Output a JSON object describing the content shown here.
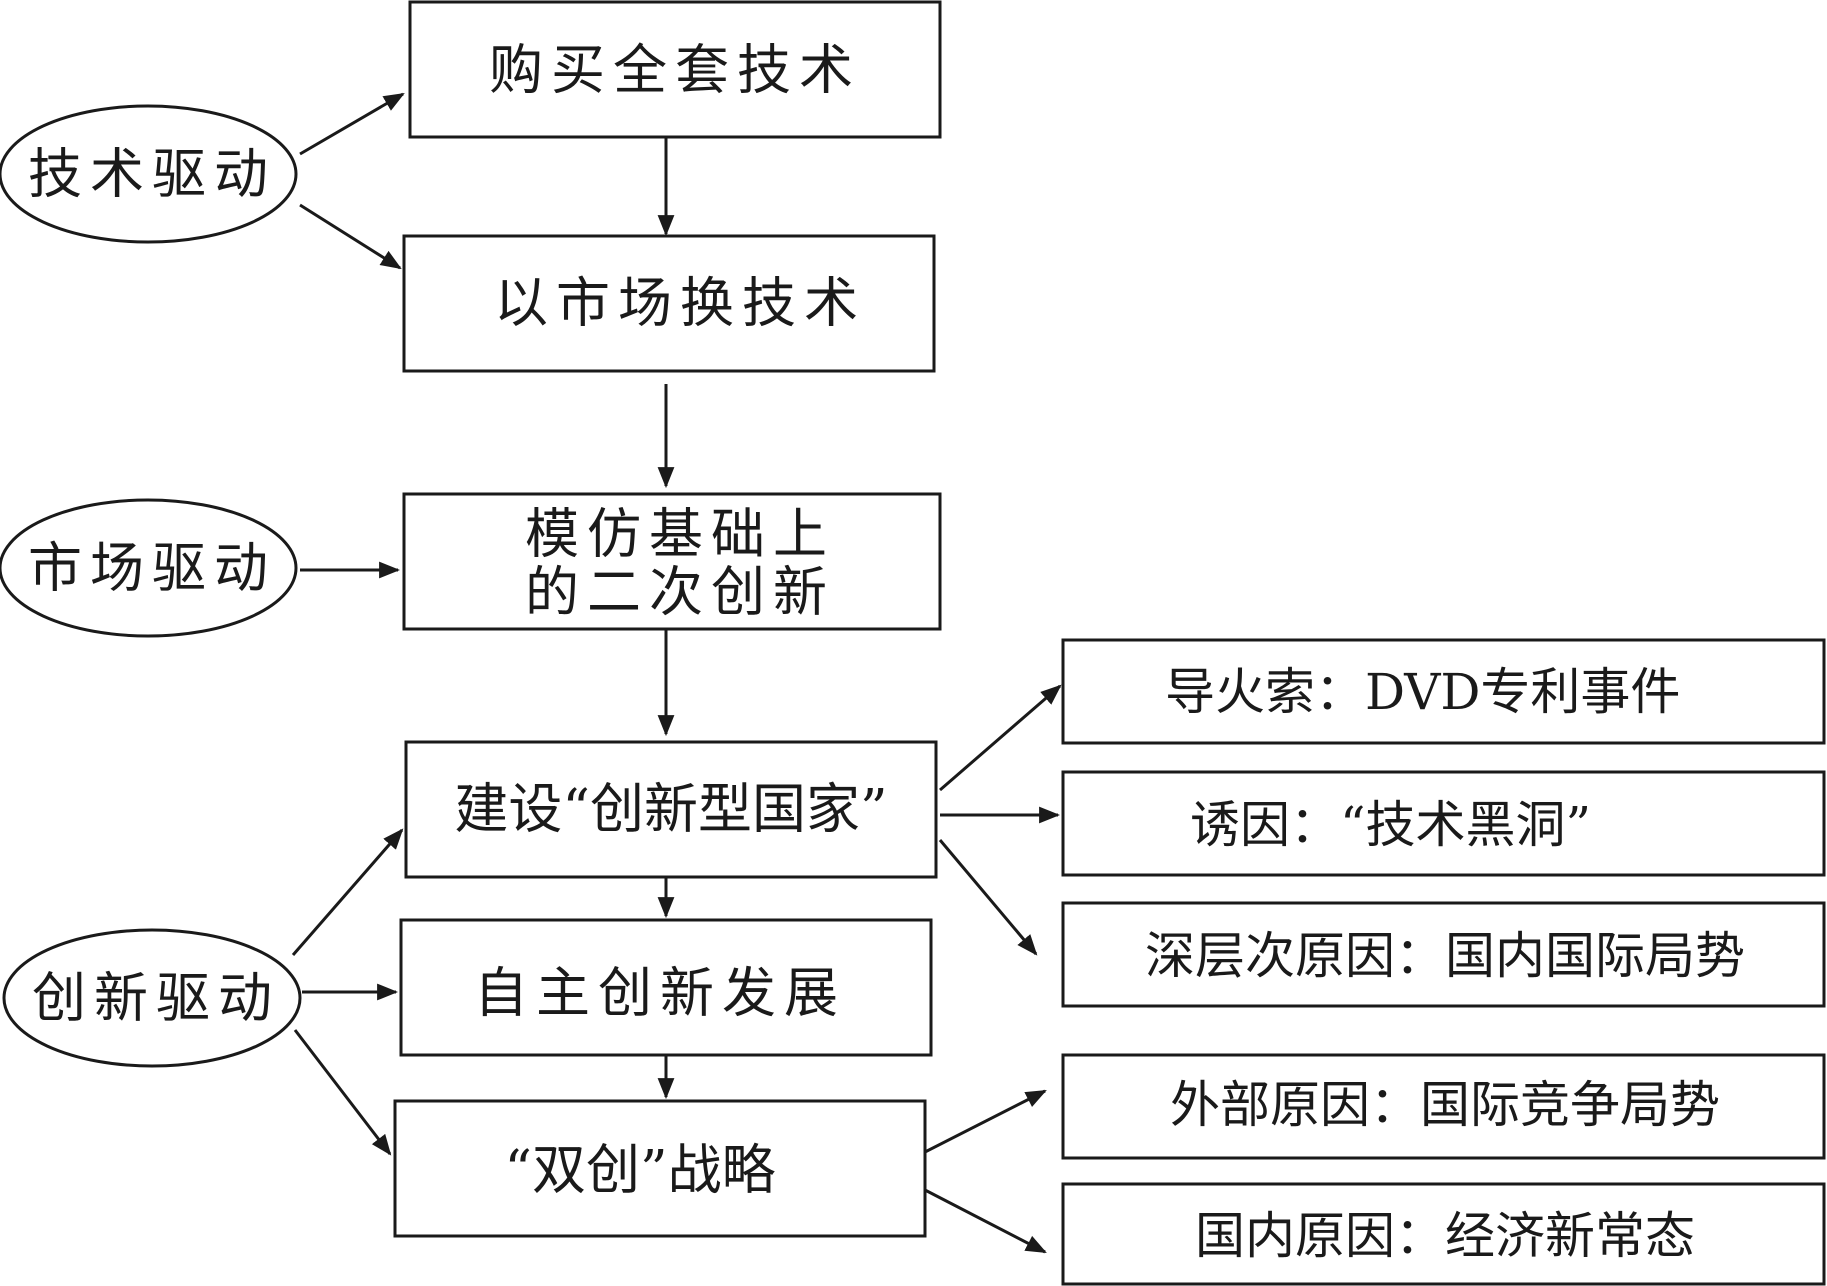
{
  "drivers": {
    "tech": "技术驱动",
    "market": "市场驱动",
    "innovation": "创新驱动"
  },
  "stages": {
    "buy_tech": "购买全套技术",
    "market_for_tech": "以市场换技术",
    "imitation_line1": "模仿基础上",
    "imitation_line2": "的二次创新",
    "innovative_country": "建设“创新型国家”",
    "independent": "自主创新发展",
    "dual_innovation": "“双创”战略"
  },
  "causes": {
    "fuse": "导火索：DVD专利事件",
    "inducement": "诱因：“技术黑洞”",
    "deep_cause": "深层次原因：国内国际局势",
    "external": "外部原因：国际竞争局势",
    "domestic": "国内原因：经济新常态"
  },
  "colors": {
    "stroke": "#1a1a1a",
    "background": "#ffffff"
  }
}
